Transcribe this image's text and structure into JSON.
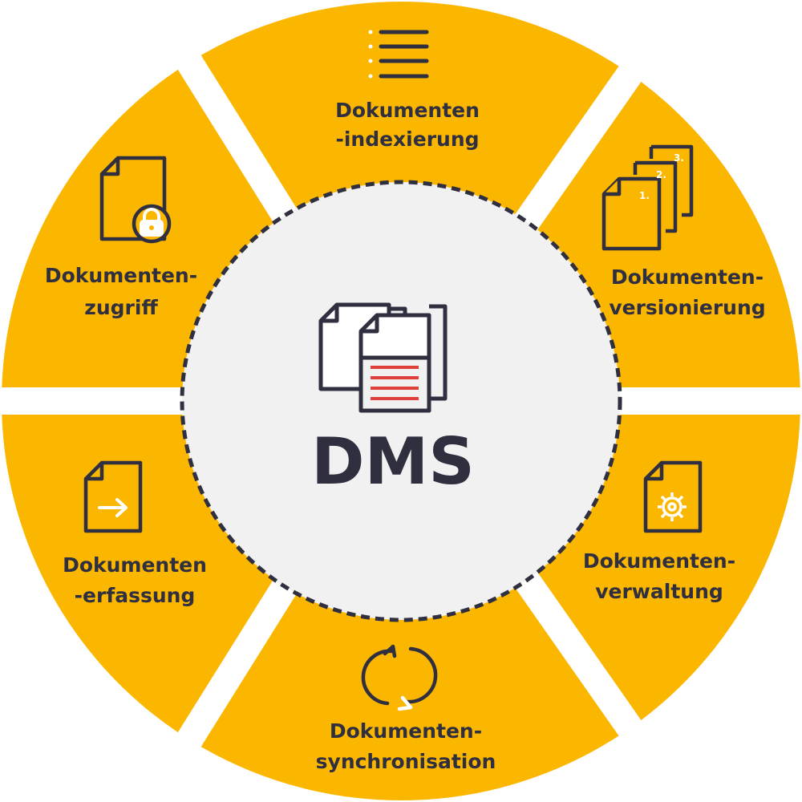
{
  "colors": {
    "segment": "#fbb600",
    "dark": "#2f2f3f",
    "center_fill": "#f1f1f2",
    "accent_lines": "#e0403a",
    "background": "#ffffff"
  },
  "center": {
    "title": "DMS",
    "icon": "documents-stack-icon"
  },
  "segments": [
    {
      "id": "indexierung",
      "icon": "list-icon",
      "line1": "Dokumenten",
      "line2": "-indexierung"
    },
    {
      "id": "versionierung",
      "icon": "versions-icon",
      "line1": "Dokumenten-",
      "line2": "versionierung",
      "version_numbers": [
        "1.",
        "2.",
        "3."
      ]
    },
    {
      "id": "verwaltung",
      "icon": "document-gear-icon",
      "line1": "Dokumenten-",
      "line2": "verwaltung"
    },
    {
      "id": "synchronisation",
      "icon": "sync-icon",
      "line1": "Dokumenten-",
      "line2": "synchronisation"
    },
    {
      "id": "erfassung",
      "icon": "document-arrow-icon",
      "line1": "Dokumenten",
      "line2": "-erfassung"
    },
    {
      "id": "zugriff",
      "icon": "document-lock-icon",
      "line1": "Dokumenten-",
      "line2": "zugriff"
    }
  ]
}
